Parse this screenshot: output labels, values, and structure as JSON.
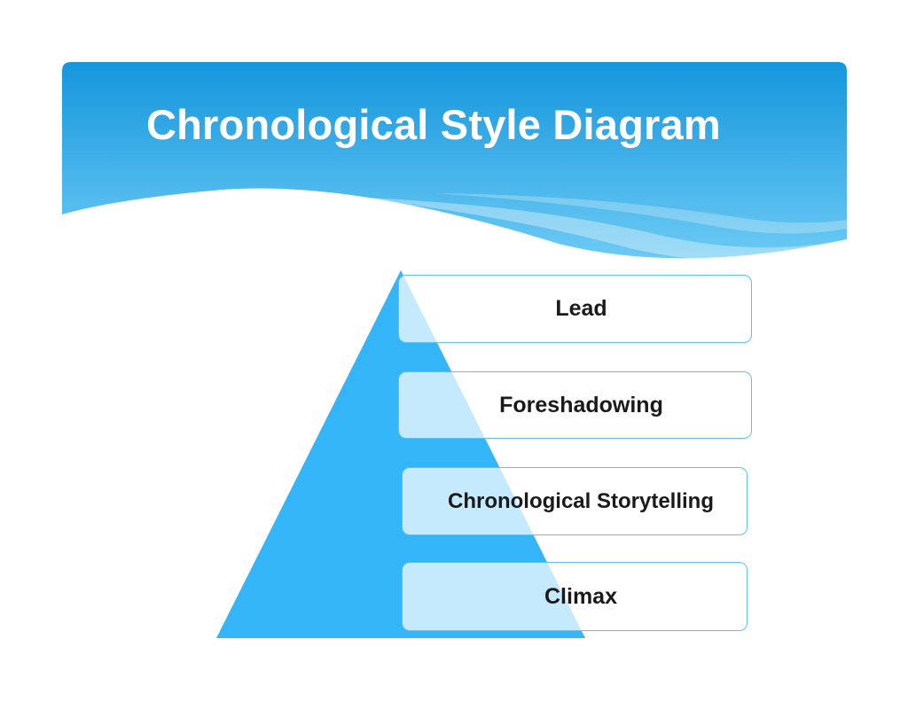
{
  "slide": {
    "title": "Chronological Style Diagram"
  },
  "pyramid": {
    "levels": [
      {
        "label": "Lead"
      },
      {
        "label": "Foreshadowing"
      },
      {
        "label": "Chronological Storytelling"
      },
      {
        "label": "Climax"
      }
    ]
  },
  "colors": {
    "banner_top": "#1596dd",
    "banner_bottom": "#5ec3f2",
    "pyramid_fill": "#33b5f7",
    "box_border": "#5cc1ef",
    "title_text": "#ffffff",
    "label_text": "#1a1a1a"
  }
}
